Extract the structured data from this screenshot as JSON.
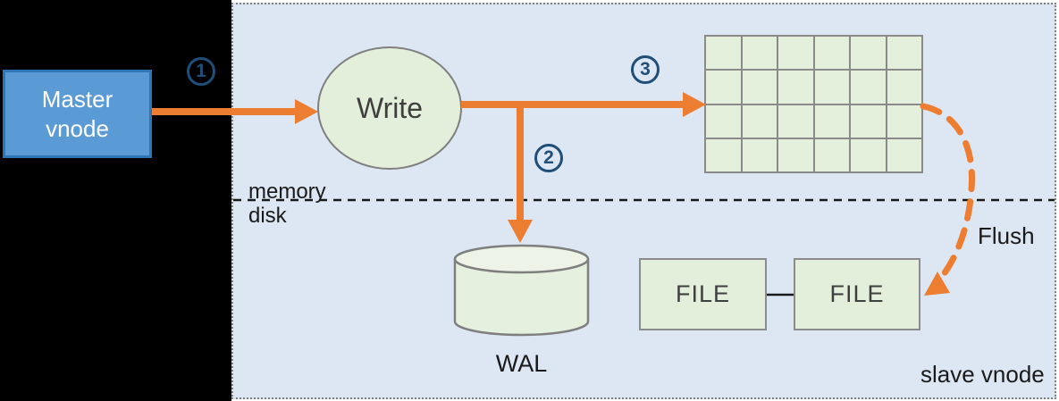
{
  "diagram": {
    "master_vnode": {
      "line1": "Master",
      "line2": "vnode"
    },
    "write": {
      "label": "Write"
    },
    "steps": [
      {
        "n": "1"
      },
      {
        "n": "2"
      },
      {
        "n": "3"
      }
    ],
    "labels": {
      "memory": "memory",
      "disk": "disk",
      "wal": "WAL",
      "flush": "Flush",
      "slave_vnode": "slave vnode"
    },
    "files": {
      "file1": "FILE",
      "file2": "FILE"
    },
    "mem_table_grid": {
      "rows": 4,
      "cols": 6
    },
    "colors": {
      "arrow_orange": "#ED7D31",
      "panel_bg": "#DDE7F3",
      "shape_fill": "#E3EFDA",
      "shape_border": "#7F7F7F",
      "master_fill": "#5B9BD5",
      "master_border": "#2E75B6",
      "step_badge": "#1F4E79",
      "divider": "#1A1A1A",
      "outside_bg": "#000000"
    }
  }
}
